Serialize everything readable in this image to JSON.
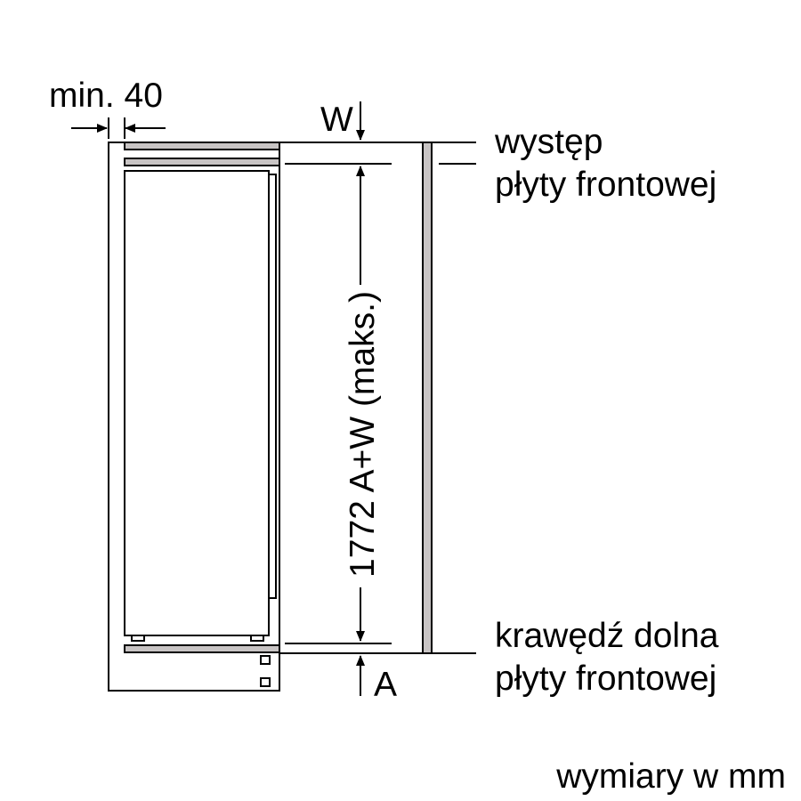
{
  "labels": {
    "min_gap": "min. 40",
    "w": "W",
    "a": "A",
    "vertical_dimension": "1772 A+W (maks.)",
    "overhang_line1": "występ",
    "overhang_line2": "płyty frontowej",
    "bottom_edge_line1": "krawędź dolna",
    "bottom_edge_line2": "płyty frontowej",
    "units": "wymiary w mm"
  },
  "colors": {
    "line": "#000000",
    "panel_fill": "#c8c4c4"
  }
}
